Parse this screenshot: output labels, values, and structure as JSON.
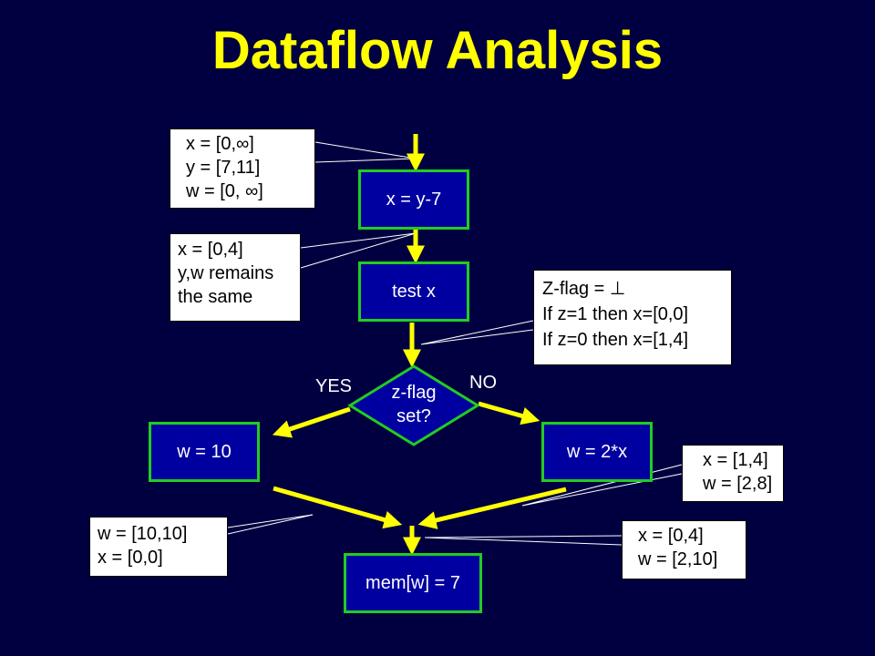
{
  "title": "Dataflow Analysis",
  "nodes": {
    "assign_x": "x = y-7",
    "test_x": "test x",
    "decision_line1": "z-flag",
    "decision_line2": "set?",
    "assign_w10": "w = 10",
    "assign_w2x": "w = 2*x",
    "mem_store": "mem[w] = 7"
  },
  "branch_labels": {
    "yes": "YES",
    "no": "NO"
  },
  "notes": {
    "entry": [
      "x = [0,∞]",
      "y = [7,11]",
      "w = [0, ∞]"
    ],
    "after_assign": [
      "x = [0,4]",
      "y,w remains",
      "the same"
    ],
    "after_test": [
      "Z-flag = ⊥",
      "If z=1 then x=[0,0]",
      "If z=0 then x=[1,4]"
    ],
    "yes_branch": [
      "w = [10,10]",
      "x = [0,0]"
    ],
    "no_branch": [
      "x = [1,4]",
      "w = [2,8]"
    ],
    "merge": [
      "x = [0,4]",
      "w = [2,10]"
    ]
  },
  "colors": {
    "background": "#000040",
    "title": "#FFFF00",
    "arrow": "#FFFF00",
    "node_border": "#22CC22",
    "node_fill": "#0000A0"
  }
}
